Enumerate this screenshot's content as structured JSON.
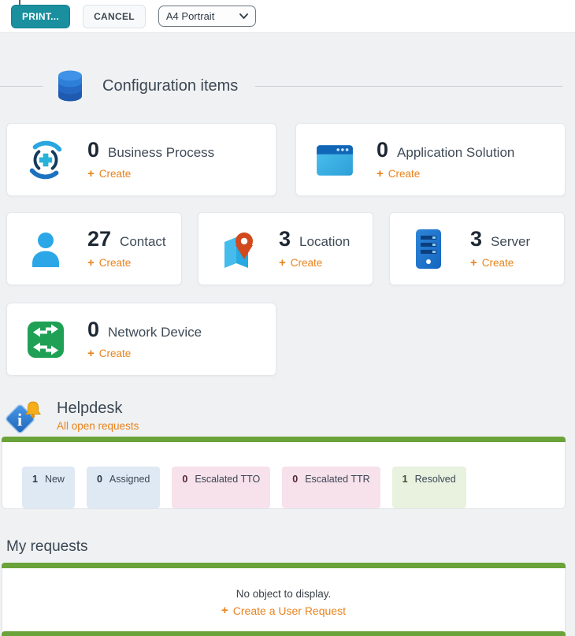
{
  "toolbar": {
    "print_label": "PRINT...",
    "cancel_label": "CANCEL",
    "paper_format": "A4 Portrait"
  },
  "icons": {
    "plus": "+",
    "chevron_down": "chevron-down"
  },
  "config_items": {
    "title": "Configuration items",
    "icon": "database-icon"
  },
  "cards": [
    {
      "count": "0",
      "label": "Business Process",
      "create_label": "Create",
      "icon": "business-process-icon"
    },
    {
      "count": "0",
      "label": "Application Solution",
      "create_label": "Create",
      "icon": "application-window-icon"
    },
    {
      "count": "27",
      "label": "Contact",
      "create_label": "Create",
      "icon": "person-icon"
    },
    {
      "count": "3",
      "label": "Location",
      "create_label": "Create",
      "icon": "map-pin-icon"
    },
    {
      "count": "3",
      "label": "Server",
      "create_label": "Create",
      "icon": "server-tower-icon"
    },
    {
      "count": "0",
      "label": "Network Device",
      "create_label": "Create",
      "icon": "network-switch-icon"
    }
  ],
  "helpdesk": {
    "title": "Helpdesk",
    "link_label": "All open requests",
    "icon": "info-bell-icon",
    "badges": [
      {
        "count": "1",
        "label": "New",
        "style": "blue"
      },
      {
        "count": "0",
        "label": "Assigned",
        "style": "blue"
      },
      {
        "count": "0",
        "label": "Escalated TTO",
        "style": "pink"
      },
      {
        "count": "0",
        "label": "Escalated TTR",
        "style": "pink"
      },
      {
        "count": "1",
        "label": "Resolved",
        "style": "green"
      }
    ]
  },
  "my_requests": {
    "title": "My requests",
    "empty_message": "No object to display.",
    "create_label": "Create a User Request"
  },
  "colors": {
    "accent_teal": "#1a8f9e",
    "accent_orange": "#e8831d",
    "panel_green": "#6aa33a",
    "badge_blue": "#dfe9f4",
    "badge_pink": "#f7e1eb",
    "badge_green": "#e9f1df",
    "page_background": "#f0f1f2"
  }
}
